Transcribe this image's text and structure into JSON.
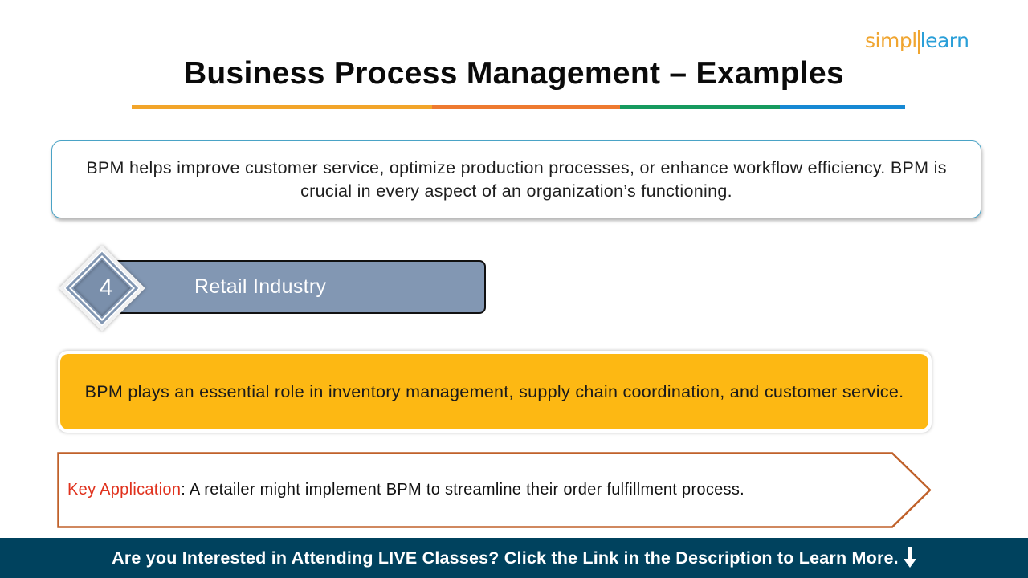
{
  "logo": {
    "part1": "simpl",
    "part2": "learn"
  },
  "title": "Business Process Management – Examples",
  "title_rule_colors": [
    "#f2a52a",
    "#ee7a30",
    "#169a5f",
    "#1689d4"
  ],
  "intro": {
    "text": "BPM helps improve customer service, optimize production processes, or enhance workflow efficiency. BPM is crucial in every aspect of an organization’s functioning."
  },
  "section": {
    "number": "4",
    "label": "Retail Industry",
    "color": "#8297b3"
  },
  "description": {
    "text": "BPM plays an essential role in inventory management, supply chain coordination, and customer service.",
    "color": "#fdb813"
  },
  "key_application": {
    "label": "Key Application",
    "separator": ":",
    "text": " A retailer might implement BPM to streamline their order fulfillment process.",
    "label_color": "#e0321e",
    "border_color": "#c0612a"
  },
  "banner": {
    "text": "Are you Interested in Attending LIVE Classes? Click the Link in the Description to Learn More.",
    "icon": "arrow-down-icon",
    "background": "#00425e"
  }
}
